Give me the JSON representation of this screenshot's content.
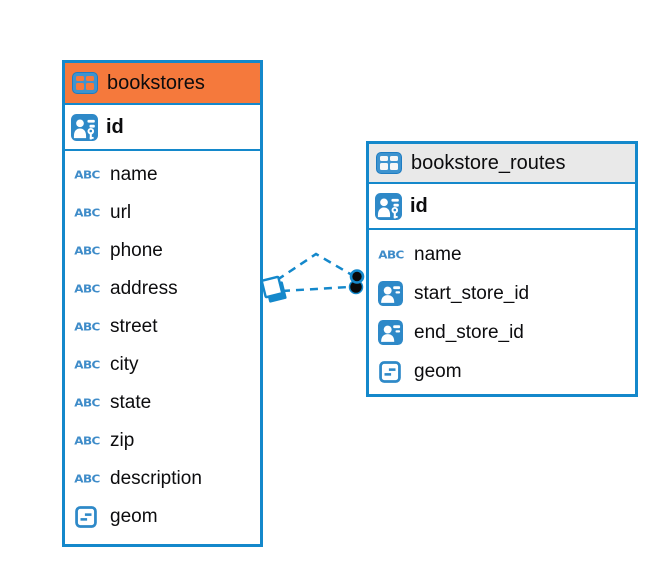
{
  "diagram": {
    "background": "#ffffff",
    "accent_color": "#1488CB",
    "text_color": "#0c0c0e",
    "line_style": "dashed"
  },
  "icons": {
    "text_type_label": "ABC"
  },
  "tables": [
    {
      "name": "bookstores",
      "header_color": "#F5793C",
      "icon": "table-grid-icon",
      "primary_key": {
        "name": "id",
        "icon": "person-key-icon"
      },
      "columns": [
        {
          "name": "name",
          "type": "text"
        },
        {
          "name": "url",
          "type": "text"
        },
        {
          "name": "phone",
          "type": "text"
        },
        {
          "name": "address",
          "type": "text"
        },
        {
          "name": "street",
          "type": "text"
        },
        {
          "name": "city",
          "type": "text"
        },
        {
          "name": "state",
          "type": "text"
        },
        {
          "name": "zip",
          "type": "text"
        },
        {
          "name": "description",
          "type": "text"
        },
        {
          "name": "geom",
          "type": "geometry"
        }
      ]
    },
    {
      "name": "bookstore_routes",
      "header_color": "#E9E9E9",
      "icon": "table-grid-icon",
      "primary_key": {
        "name": "id",
        "icon": "person-key-icon"
      },
      "columns": [
        {
          "name": "name",
          "type": "text"
        },
        {
          "name": "start_store_id",
          "type": "reference"
        },
        {
          "name": "end_store_id",
          "type": "reference"
        },
        {
          "name": "geom",
          "type": "geometry"
        }
      ]
    }
  ],
  "relationships": [
    {
      "from_table": "bookstores",
      "to_table": "bookstore_routes",
      "via_column": "start_store_id",
      "style": "dashed",
      "source_marker": "square-note",
      "target_marker": "filled-circle"
    },
    {
      "from_table": "bookstores",
      "to_table": "bookstore_routes",
      "via_column": "end_store_id",
      "style": "dashed",
      "source_marker": "square-note",
      "target_marker": "filled-circle"
    }
  ]
}
